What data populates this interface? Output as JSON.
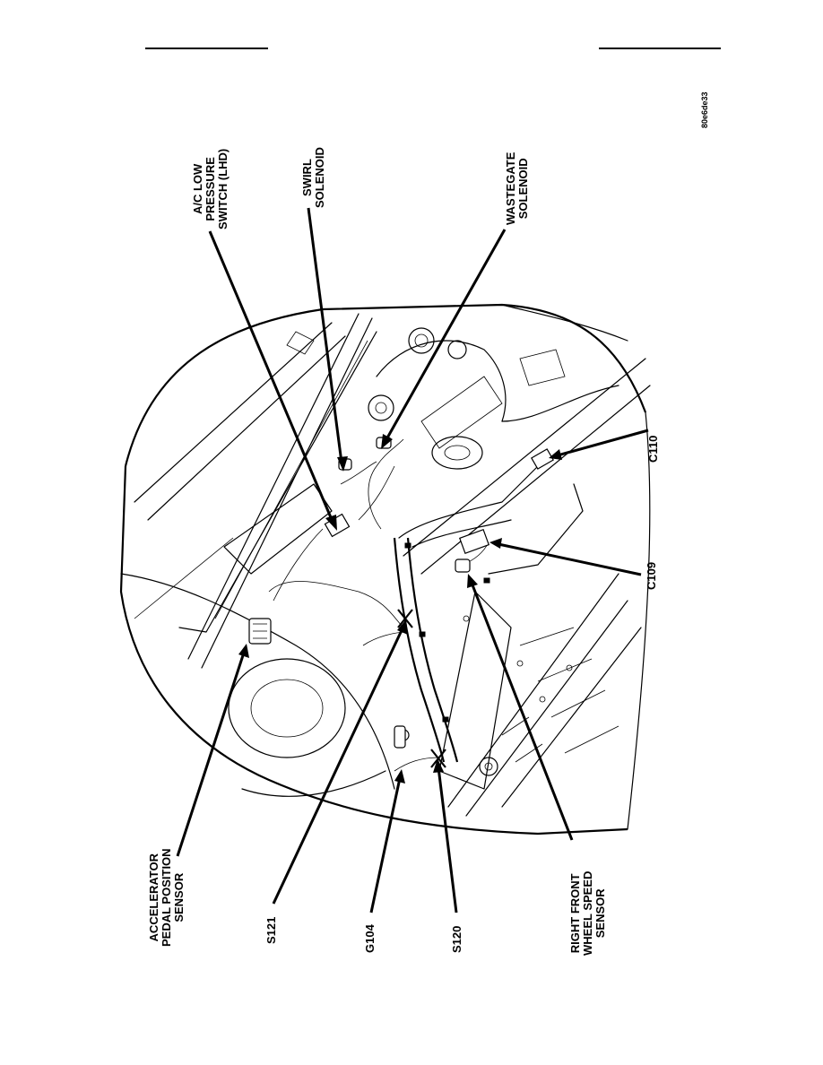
{
  "image_id": "80e6de33",
  "callouts": {
    "ac_low_pressure_switch": [
      "A/C LOW",
      "PRESSURE",
      "SWITCH (LHD)"
    ],
    "swirl_solenoid": [
      "SWIRL",
      "SOLENOID"
    ],
    "wastegate_solenoid": [
      "WASTEGATE",
      "SOLENOID"
    ],
    "c110": "C110",
    "c109": "C109",
    "accelerator_pedal_position_sensor": [
      "ACCELERATOR",
      "PEDAL POSITION",
      "SENSOR"
    ],
    "s121": "S121",
    "g104": "G104",
    "s120": "S120",
    "right_front_wheel_speed_sensor": [
      "RIGHT FRONT",
      "WHEEL SPEED",
      "SENSOR"
    ]
  }
}
